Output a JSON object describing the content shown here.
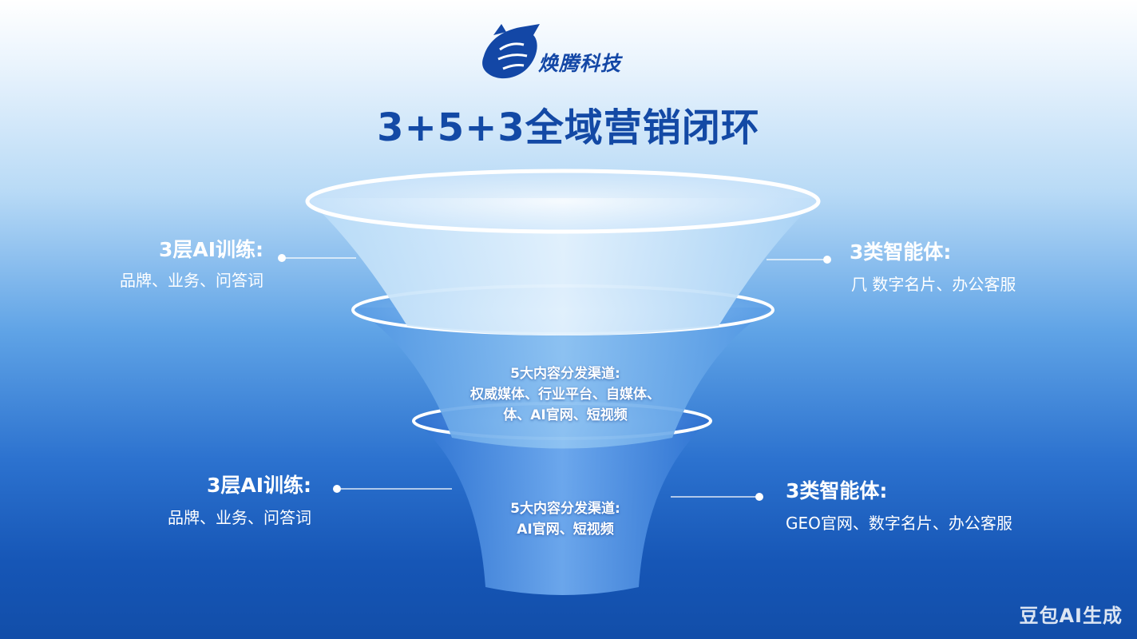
{
  "brand": {
    "name": "焕腾科技",
    "logo_icon": "horse-logo-icon"
  },
  "title": "3+5+3全域营销闭环",
  "funnel": {
    "layers": [
      {
        "label": "5大内容分发渠道:",
        "items_line1": "权威媒体、行业平台、自媒体、",
        "items_line2": "体、AI官网、短视频"
      },
      {
        "label": "5大内容分发渠道:",
        "items_line1": "AI官网、短视频"
      }
    ]
  },
  "callouts": {
    "top_left": {
      "title": "3层AI训练:",
      "desc": "品牌、业务、问答词"
    },
    "top_right": {
      "title": "3类智能体:",
      "desc": "⺇ 数字名片、办公客服"
    },
    "bottom_left": {
      "title": "3层AI训练:",
      "desc": "品牌、业务、问答词"
    },
    "bottom_right": {
      "title": "3类智能体:",
      "desc": "GEO官网、数字名片、办公客服"
    }
  },
  "colors": {
    "brand_blue": "#1349a5",
    "callout_white": "#ffffff",
    "connector": "#ffffff"
  },
  "watermark": "豆包AI生成"
}
